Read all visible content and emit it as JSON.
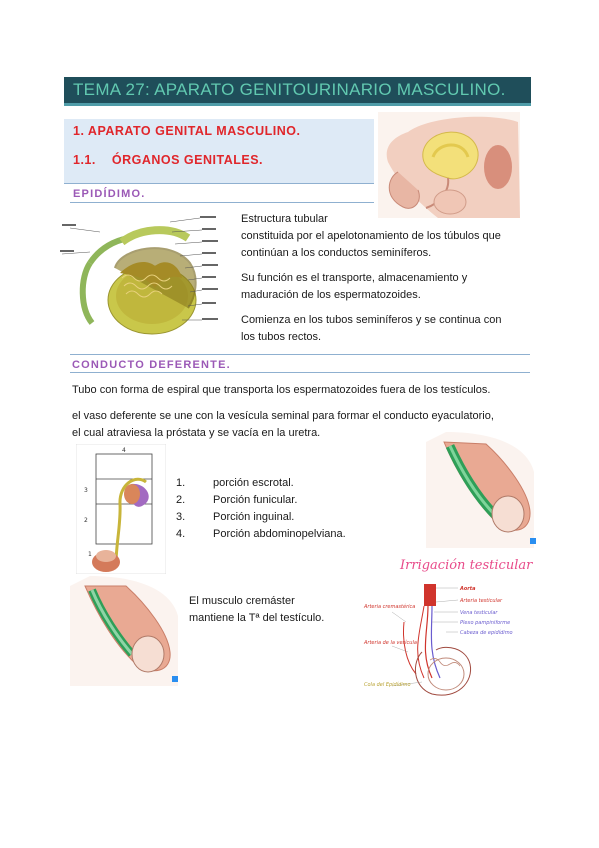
{
  "title": "TEMA 27: APARATO GENITOURINARIO MASCULINO.",
  "section": {
    "h1": "1.  APARATO GENITAL MASCULINO.",
    "h2_num": "1.1.",
    "h2_text": "ÓRGANOS GENITALES."
  },
  "epididimo": {
    "heading": "EPIDÍDIMO.",
    "p1_line1": "Estructura tubular",
    "p1_line2": "constituida por el apelotonamiento de los túbulos que",
    "p1_line3": "continúan a los conductos seminíferos.",
    "p2_line1": "Su función es el transporte, almacenamiento y",
    "p2_line2": "maduración de los espermatozoides.",
    "p3_line1": "Comienza en los tubos seminíferos y se continua con",
    "p3_line2": "los tubos rectos."
  },
  "conducto": {
    "heading": "CONDUCTO DEFERENTE.",
    "p1": "Tubo con forma de espiral que transporta los espermatozoides fuera de los testículos.",
    "p2_line1": "el vaso deferente se une con la vesícula seminal para formar el conducto eyaculatorio,",
    "p2_line2": "el cual atraviesa la próstata y se vacía en la uretra.",
    "list": [
      {
        "num": "1.",
        "text": "porción escrotal."
      },
      {
        "num": "2.",
        "text": "Porción funicular."
      },
      {
        "num": "3.",
        "text": "Porción inguinal."
      },
      {
        "num": "4.",
        "text": "Porción abdominopelviana."
      }
    ],
    "cremaster_line1": "El musculo cremáster",
    "cremaster_line2": "mantiene la Tª del testículo."
  },
  "irrigacion": {
    "caption": "Irrigación testicular",
    "labels": [
      "Aorta",
      "Arteria testicular",
      "Vena testicular",
      "Plexo pampiniforme",
      "Cabeza de epidídimo",
      "Arteria cremastérica",
      "Arteria de la vesícula",
      "Cola del Epidídimo"
    ]
  },
  "colors": {
    "title_bg": "#1f4e5a",
    "title_text": "#61c9b0",
    "section_red": "#e0262b",
    "sub_purple": "#9b59b6",
    "section_box": "#deeaf6"
  }
}
